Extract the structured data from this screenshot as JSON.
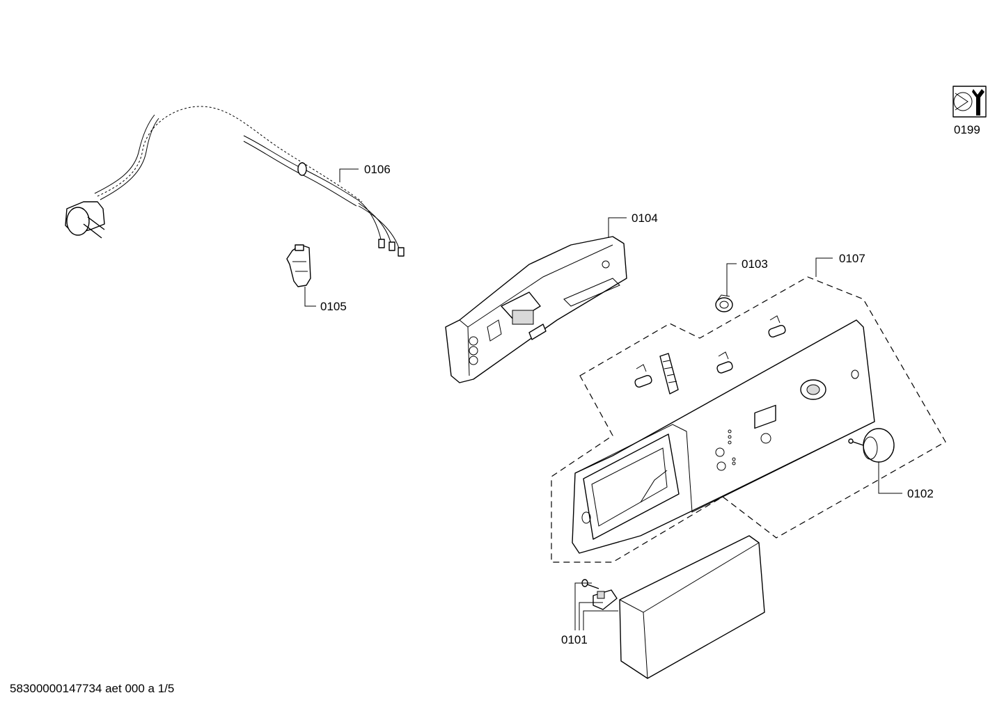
{
  "parts": {
    "p0199": "0199",
    "p0106": "0106",
    "p0105": "0105",
    "p0104": "0104",
    "p0103": "0103",
    "p0107": "0107",
    "p0102": "0102",
    "p0101": "0101"
  },
  "footer": "58300000147734 aet 000 a 1/5",
  "icons": {
    "service": "service-wrench-icon"
  }
}
